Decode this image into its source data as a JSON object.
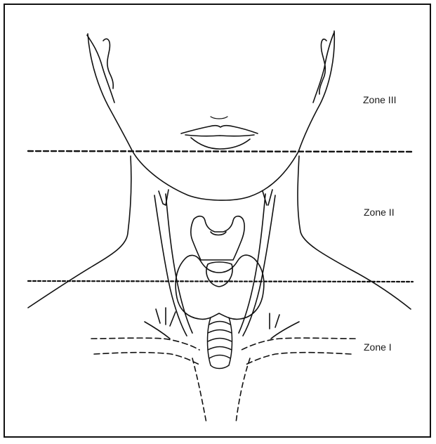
{
  "figure": {
    "zones": [
      {
        "id": "zone-3",
        "label": "Zone III"
      },
      {
        "id": "zone-2",
        "label": "Zone II"
      },
      {
        "id": "zone-1",
        "label": "Zone I"
      }
    ]
  },
  "colors": {
    "ink": "#111111",
    "background": "#ffffff"
  }
}
